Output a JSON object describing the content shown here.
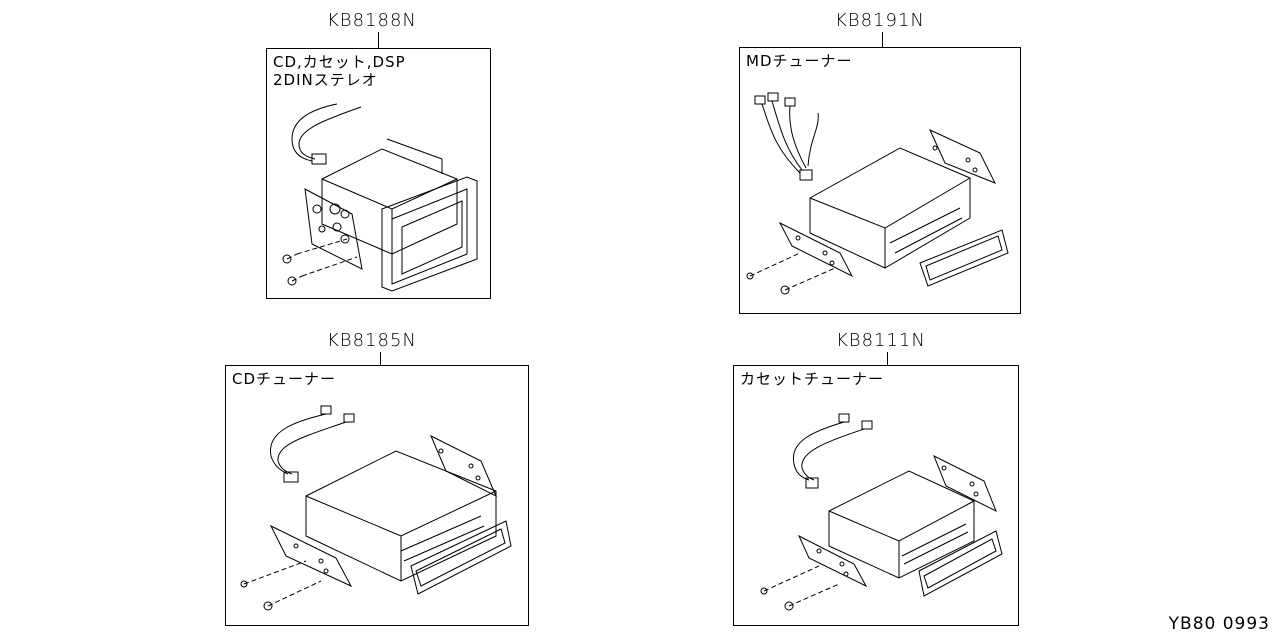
{
  "diagram": {
    "panels": [
      {
        "part_code": "KB8188N",
        "title_lines": [
          "CD,カセット,DSP",
          "2DINステレオ"
        ],
        "illustration": "2din-stereo-unit-icon"
      },
      {
        "part_code": "KB8191N",
        "title_lines": [
          "MDチューナー"
        ],
        "illustration": "md-tuner-unit-icon"
      },
      {
        "part_code": "KB8185N",
        "title_lines": [
          "CDチューナー"
        ],
        "illustration": "cd-tuner-unit-icon"
      },
      {
        "part_code": "KB8111N",
        "title_lines": [
          "カセットチューナー"
        ],
        "illustration": "cassette-tuner-unit-icon"
      }
    ],
    "figure_id": "YB80 0993"
  }
}
